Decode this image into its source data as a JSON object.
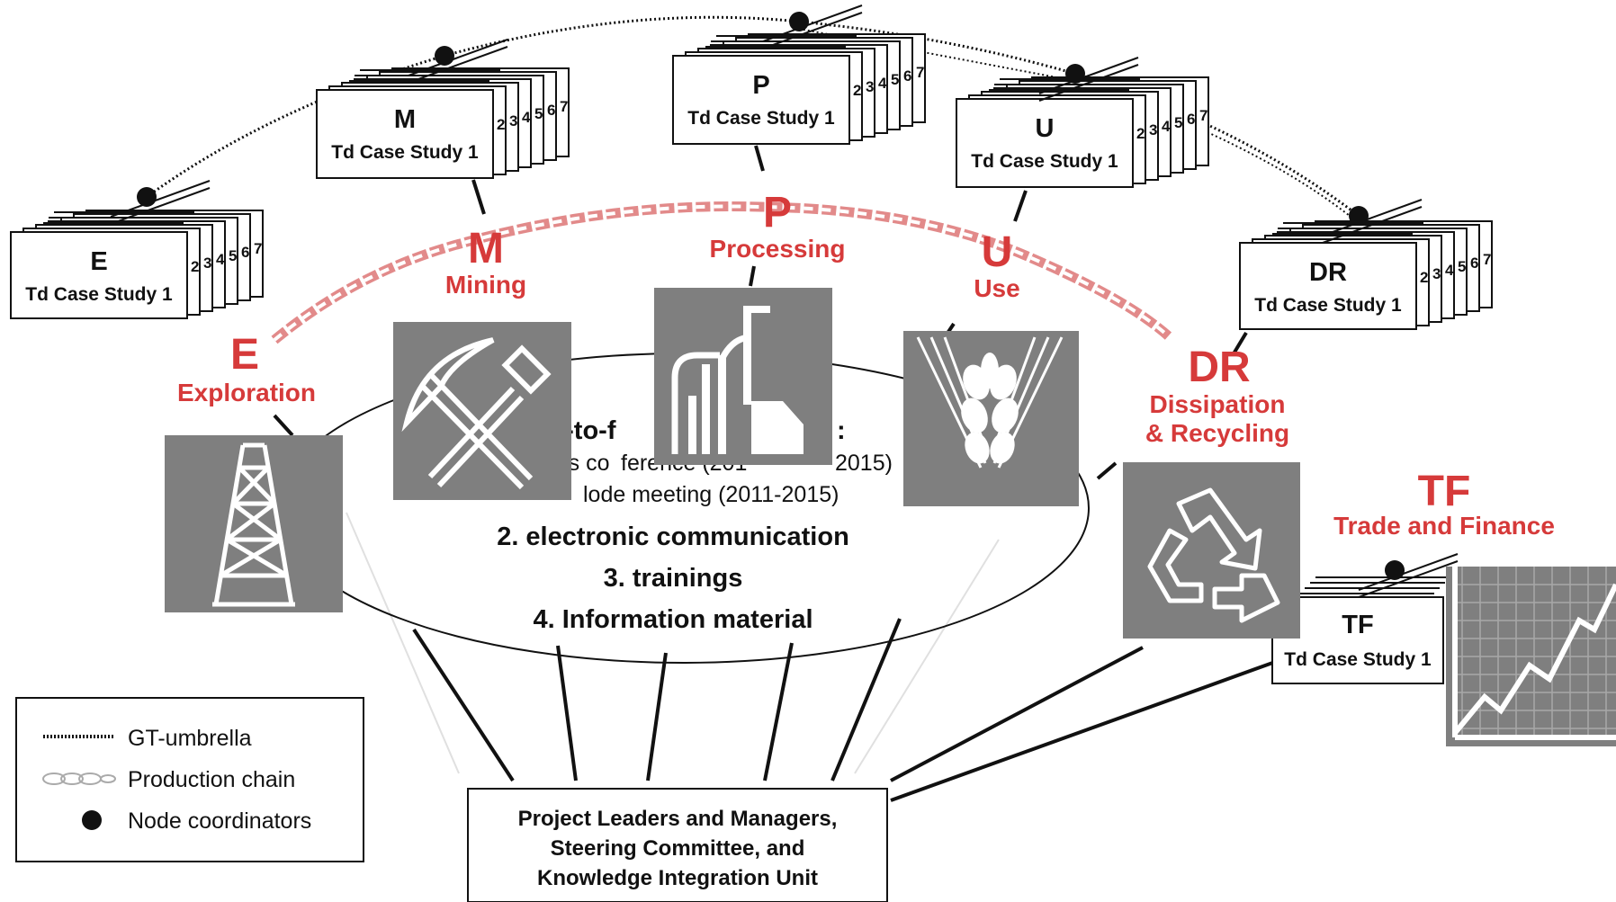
{
  "stacks": [
    {
      "letter": "E",
      "caption": "Td Case Study 1",
      "numbers": [
        "2",
        "3",
        "4",
        "5",
        "6",
        "7"
      ]
    },
    {
      "letter": "M",
      "caption": "Td Case Study 1",
      "numbers": [
        "2",
        "3",
        "4",
        "5",
        "6",
        "7"
      ]
    },
    {
      "letter": "P",
      "caption": "Td Case Study 1",
      "numbers": [
        "2",
        "3",
        "4",
        "5",
        "6",
        "7"
      ]
    },
    {
      "letter": "U",
      "caption": "Td Case Study 1",
      "numbers": [
        "2",
        "3",
        "4",
        "5",
        "6",
        "7"
      ]
    },
    {
      "letter": "DR",
      "caption": "Td Case Study 1",
      "numbers": [
        "2",
        "3",
        "4",
        "5",
        "6",
        "7"
      ]
    },
    {
      "letter": "TF",
      "caption": "Td Case Study 1",
      "numbers": []
    }
  ],
  "chain_labels": [
    {
      "letter": "E",
      "name": "Exploration"
    },
    {
      "letter": "M",
      "name": "Mining"
    },
    {
      "letter": "P",
      "name": "Processing"
    },
    {
      "letter": "U",
      "name": "Use"
    },
    {
      "letter": "DR",
      "name": "Dissipation",
      "name2": "& Recycling"
    },
    {
      "letter": "TF",
      "name": "Trade and Finance"
    }
  ],
  "icons": {
    "exploration": "oil-derrick-icon",
    "mining": "pickaxe-hammer-icon",
    "processing": "factory-icon",
    "use": "wheat-icon",
    "recycling": "recycle-icon",
    "finance": "chart-trend-icon"
  },
  "ellipse_items": [
    "e-to-f",
    "Ps co",
    "2015)",
    "lode meeting (2011-2015)",
    "2. electronic communication",
    "3. trainings",
    "4. Information material"
  ],
  "ellipse_colon": ":",
  "ellipse_partial": "ference (201",
  "center_box": {
    "line1": "Project Leaders and Managers,",
    "line2": "Steering Committee, and",
    "line3": "Knowledge Integration Unit"
  },
  "legend": {
    "items": [
      {
        "label": "GT-umbrella",
        "symbol": "dotted-line-icon"
      },
      {
        "label": "Production chain",
        "symbol": "chain-icon"
      },
      {
        "label": "Node coordinators",
        "symbol": "dot-icon"
      }
    ]
  },
  "colors": {
    "accent": "#d63a3a",
    "icon_bg": "#7f7f7f",
    "chain": "#e9a3a3"
  }
}
